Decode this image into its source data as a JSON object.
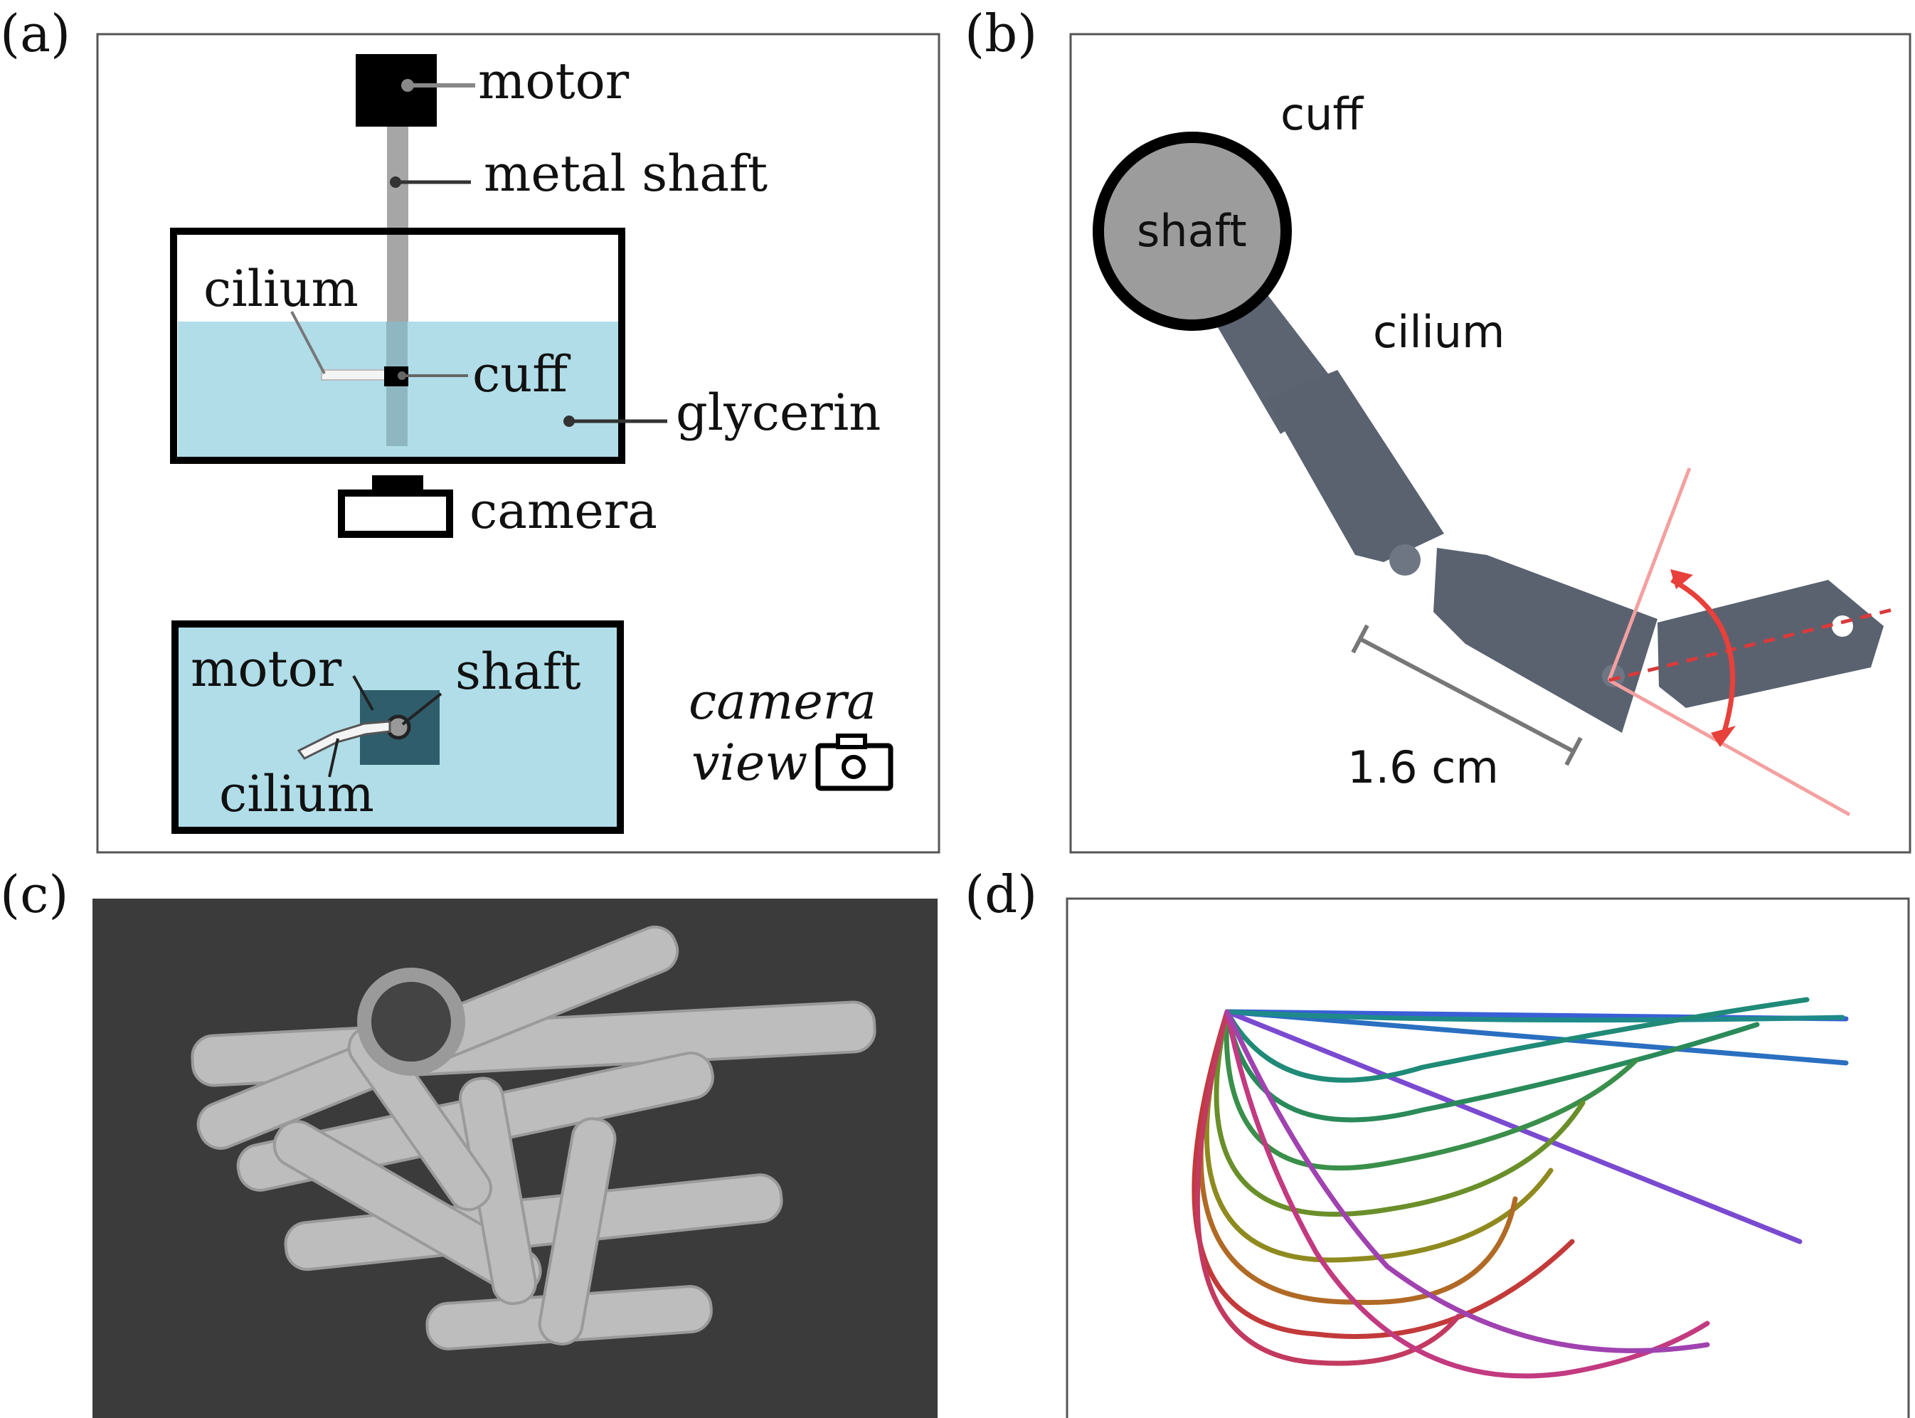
{
  "panels": {
    "a": {
      "tag": "(a)",
      "labels": {
        "motor": "motor",
        "metal_shaft": "metal shaft",
        "cilium": "cilium",
        "cuff": "cuff",
        "glycerin": "glycerin",
        "camera": "camera"
      },
      "inset": {
        "motor": "motor",
        "shaft": "shaft",
        "cilium": "cilium",
        "camera_view_line1": "camera",
        "camera_view_line2": "view"
      }
    },
    "b": {
      "tag": "(b)",
      "labels": {
        "cuff": "cuff",
        "shaft": "shaft",
        "cilium": "cilium",
        "scale": "1.6 cm"
      }
    },
    "c": {
      "tag": "(c)"
    },
    "d": {
      "tag": "(d)"
    }
  },
  "colors": {
    "glycerin": "#b0dde8",
    "motor_top_view": "#2f5d6b",
    "shaft": "#a0a0a0",
    "cilium_body": "#5c6472",
    "cuff_ring": "#000000",
    "angle_marker": "#e8403a",
    "photo_background": "#3b3b3b"
  },
  "chart_data": {
    "type": "line",
    "description_source": "panel d: overlaid cilium shapes during stroke",
    "series_color_order": [
      "#3a6fd6",
      "#1f8a77",
      "#3a8f4a",
      "#8f8a1f",
      "#b05a25",
      "#c23a3a",
      "#c23a70",
      "#a042b0"
    ]
  }
}
